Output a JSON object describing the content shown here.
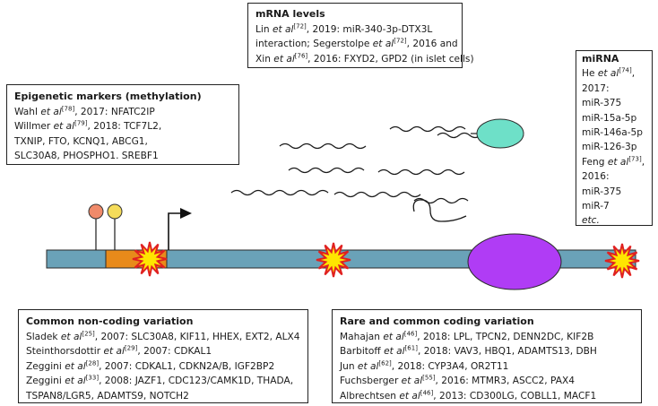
{
  "colors": {
    "chromosome_bar": "#6aa2b8",
    "promoter_region": "#e88a1a",
    "methyl_mark_red": "#f08a6a",
    "methyl_mark_yellow": "#f5dc5a",
    "burst_fill": "#ffe600",
    "burst_outline": "#e02020",
    "ribosome": "#b03cf5",
    "protein": "#6ee0c8"
  },
  "boxes": {
    "mrna": {
      "title": "mRNA levels",
      "lines": [
        [
          {
            "t": "Lin "
          },
          {
            "i": "et al"
          },
          {
            "s": "[72]"
          },
          {
            "t": ", 2019: miR-340-3p-DTX3L"
          }
        ],
        [
          {
            "t": " interaction; Segerstolpe "
          },
          {
            "i": "et al"
          },
          {
            "s": "[72]"
          },
          {
            "t": ", 2016 and"
          }
        ],
        [
          {
            "t": "Xin "
          },
          {
            "i": "et al"
          },
          {
            "s": "[76]"
          },
          {
            "t": ", 2016: FXYD2, GPD2 (in islet cells)"
          }
        ]
      ]
    },
    "mirna": {
      "title": "miRNA",
      "lines": [
        [
          {
            "t": "He "
          },
          {
            "i": "et al"
          },
          {
            "s": "[74]"
          },
          {
            "t": ","
          }
        ],
        [
          {
            "t": "2017:"
          }
        ],
        [
          {
            "t": "miR-375"
          }
        ],
        [
          {
            "t": "miR-15a-5p"
          }
        ],
        [
          {
            "t": "miR-146a-5p"
          }
        ],
        [
          {
            "t": "miR-126-3p"
          }
        ],
        [
          {
            "t": "Feng "
          },
          {
            "i": "et al"
          },
          {
            "s": "[73]"
          },
          {
            "t": ","
          }
        ],
        [
          {
            "t": "2016:"
          }
        ],
        [
          {
            "t": "miR-375"
          }
        ],
        [
          {
            "t": " miR-7"
          }
        ],
        [
          {
            "i": "etc."
          }
        ]
      ]
    },
    "epigenetic": {
      "title": "Epigenetic markers (methylation)",
      "lines": [
        [
          {
            "t": "Wahl "
          },
          {
            "i": "et al"
          },
          {
            "s": "[78]"
          },
          {
            "t": ", 2017: NFATC2IP"
          }
        ],
        [
          {
            "t": "Willmer "
          },
          {
            "i": "et al"
          },
          {
            "s": "[79]"
          },
          {
            "t": ", 2018: TCF7L2,"
          }
        ],
        [
          {
            "t": "TXNIP, FTO, KCNQ1, ABCG1,"
          }
        ],
        [
          {
            "t": "SLC30A8, PHOSPHO1. SREBF1"
          }
        ]
      ]
    },
    "noncoding": {
      "title": "Common non-coding variation",
      "lines": [
        [
          {
            "t": "Sladek "
          },
          {
            "i": "et al"
          },
          {
            "s": "[25]"
          },
          {
            "t": ", 2007: SLC30A8, KIF11, HHEX, EXT2, ALX4"
          }
        ],
        [
          {
            "t": "Steinthorsdottir "
          },
          {
            "i": "et al"
          },
          {
            "s": "[29]"
          },
          {
            "t": ", 2007: CDKAL1"
          }
        ],
        [
          {
            "t": "Zeggini "
          },
          {
            "i": "et al"
          },
          {
            "s": "[28]"
          },
          {
            "t": ", 2007: CDKAL1, CDKN2A/B, IGF2BP2"
          }
        ],
        [
          {
            "t": "Zeggini "
          },
          {
            "i": "et al"
          },
          {
            "s": "[33]"
          },
          {
            "t": ", 2008: JAZF1, CDC123/CAMK1D, THADA,"
          }
        ],
        [
          {
            "t": "TSPAN8/LGR5, ADAMTS9, NOTCH2"
          }
        ]
      ]
    },
    "coding": {
      "title": "Rare and common coding variation",
      "lines": [
        [
          {
            "t": "Mahajan "
          },
          {
            "i": "et al"
          },
          {
            "s": "[46]"
          },
          {
            "t": ", 2018: LPL, TPCN2, DENN2DC, KIF2B"
          }
        ],
        [
          {
            "t": "Barbitoff "
          },
          {
            "i": "et al"
          },
          {
            "s": "[61]"
          },
          {
            "t": ", 2018: VAV3, HBQ1, ADAMTS13, DBH"
          }
        ],
        [
          {
            "t": "Jun "
          },
          {
            "i": "et al"
          },
          {
            "s": "[62]"
          },
          {
            "t": ", 2018: CYP3A4, OR2T11"
          }
        ],
        [
          {
            "t": "Fuchsberger "
          },
          {
            "i": "et al"
          },
          {
            "s": "[55]"
          },
          {
            "t": ", 2016: MTMR3, ASCC2, PAX4"
          }
        ],
        [
          {
            "t": "Albrechtsen "
          },
          {
            "i": "et al"
          },
          {
            "s": "[46]"
          },
          {
            "t": ", 2013: CD300LG, COBLL1, MACF1"
          }
        ]
      ]
    }
  }
}
